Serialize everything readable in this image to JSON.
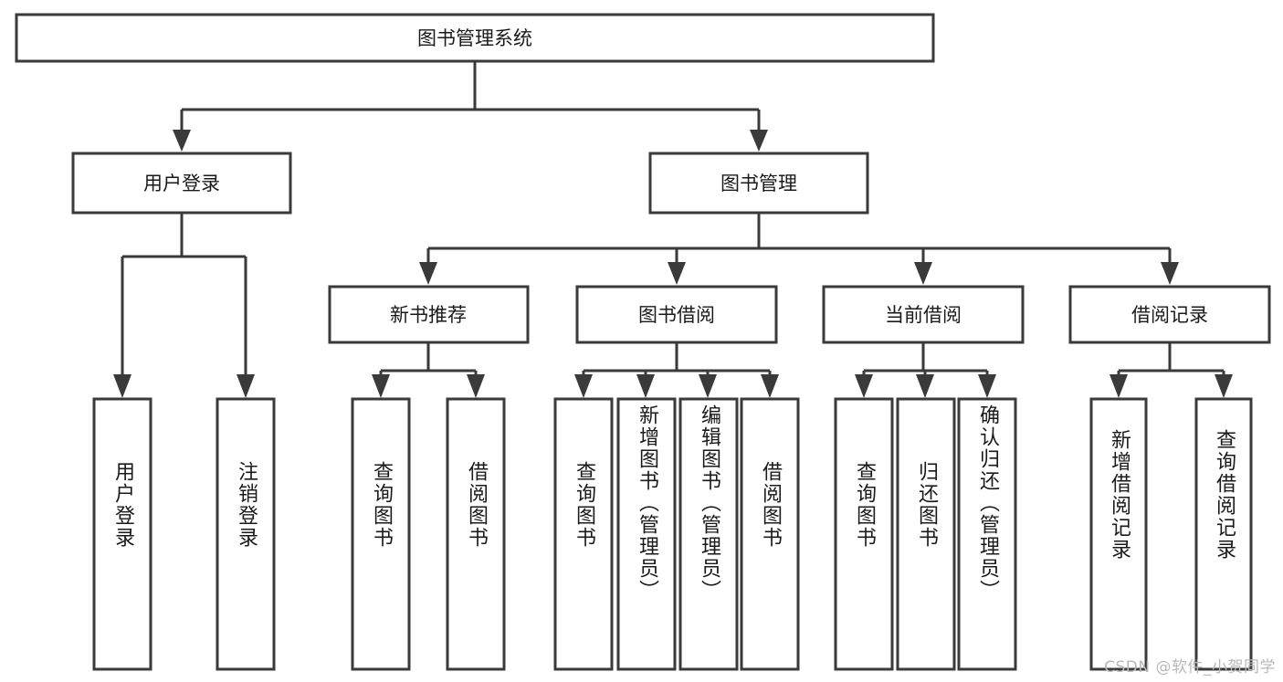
{
  "diagram": {
    "title": "图书管理系统",
    "type": "tree-hierarchy",
    "root": {
      "label": "图书管理系统"
    },
    "level2": [
      {
        "label": "用户登录"
      },
      {
        "label": "图书管理"
      }
    ],
    "level3": [
      {
        "label": "新书推荐"
      },
      {
        "label": "图书借阅"
      },
      {
        "label": "当前借阅"
      },
      {
        "label": "借阅记录"
      }
    ],
    "leaves": {
      "user_login": [
        {
          "label": "用户登录"
        },
        {
          "label": "注销登录"
        }
      ],
      "new_book_recommend": [
        {
          "label": "查询图书"
        },
        {
          "label": "借阅图书"
        }
      ],
      "book_borrow": [
        {
          "label": "查询图书"
        },
        {
          "label": "新增图书（管理员）"
        },
        {
          "label": "编辑图书（管理员）"
        },
        {
          "label": "借阅图书"
        }
      ],
      "current_borrow": [
        {
          "label": "查询图书"
        },
        {
          "label": "归还图书"
        },
        {
          "label": "确认归还（管理员）"
        }
      ],
      "borrow_record": [
        {
          "label": "新增借阅记录"
        },
        {
          "label": "查询借阅记录"
        }
      ]
    }
  },
  "watermark": {
    "text": "CSDN @软件_小贺同学"
  },
  "colors": {
    "stroke": "#3a3a3a",
    "fill": "#ffffff",
    "text": "#1a1a1a",
    "watermark": "#b9b9b9"
  }
}
